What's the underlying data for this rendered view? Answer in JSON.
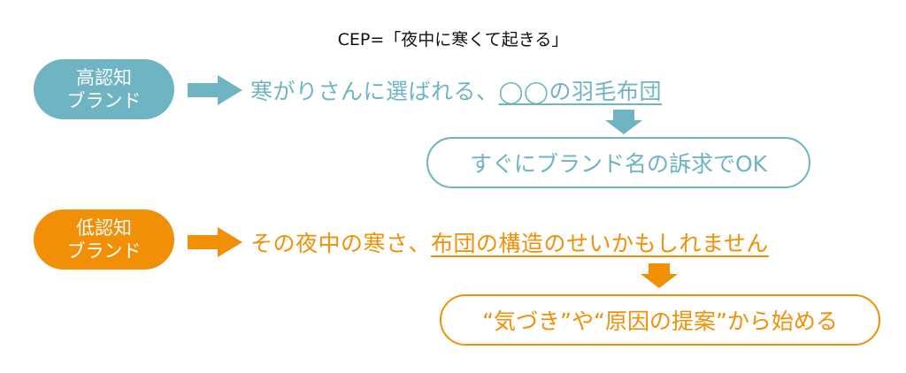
{
  "title": "CEP=「夜中に寒くて起きる」",
  "colors": {
    "high": "#6fb4c3",
    "low": "#f18f07"
  },
  "high": {
    "label_line1": "高認知",
    "label_line2": "ブランド",
    "message_plain": "寒がりさんに選ばれる、",
    "message_underlined": "◯◯の羽毛布団",
    "result": "すぐにブランド名の訴求でOK"
  },
  "low": {
    "label_line1": "低認知",
    "label_line2": "ブランド",
    "message_plain": "その夜中の寒さ、",
    "message_underlined": "布団の構造のせいかもしれません",
    "result": "“気づき”や“原因の提案”から始める"
  }
}
